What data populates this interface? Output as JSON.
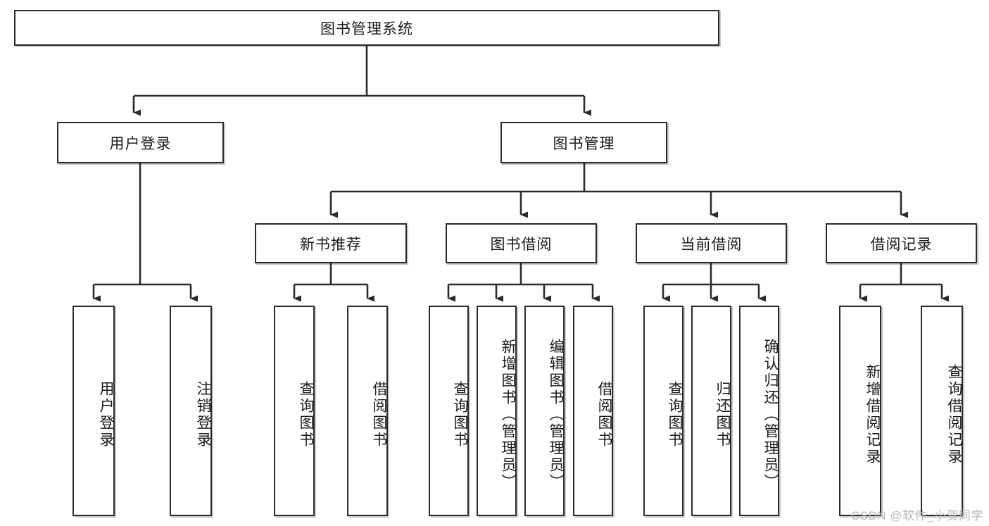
{
  "diagram": {
    "type": "tree",
    "title": "图书管理系统",
    "root": {
      "label": "图书管理系统"
    },
    "level2": [
      {
        "label": "用户登录"
      },
      {
        "label": "图书管理"
      }
    ],
    "level3": [
      {
        "label": "新书推荐"
      },
      {
        "label": "图书借阅"
      },
      {
        "label": "当前借阅"
      },
      {
        "label": "借阅记录"
      }
    ],
    "leaves": {
      "user_login": [
        {
          "label": "用户登录"
        },
        {
          "label": "注销登录"
        }
      ],
      "new_book_recommend": [
        {
          "label": "查询图书"
        },
        {
          "label": "借阅图书"
        }
      ],
      "book_borrow": [
        {
          "label": "查询图书"
        },
        {
          "label": "新增图书（管理员）"
        },
        {
          "label": "编辑图书（管理员）"
        },
        {
          "label": "借阅图书"
        }
      ],
      "current_borrow": [
        {
          "label": "查询图书"
        },
        {
          "label": "归还图书"
        },
        {
          "label": "确认归还（管理员）"
        }
      ],
      "borrow_record": [
        {
          "label": "新增借阅记录"
        },
        {
          "label": "查询借阅记录"
        }
      ]
    }
  },
  "watermark": {
    "text": "CSDN @软件_小贺同学"
  },
  "colors": {
    "line": "#2b2b2b",
    "box_fill": "#ffffff",
    "text": "#1a1a1a",
    "watermark": "#b9b9b9"
  }
}
